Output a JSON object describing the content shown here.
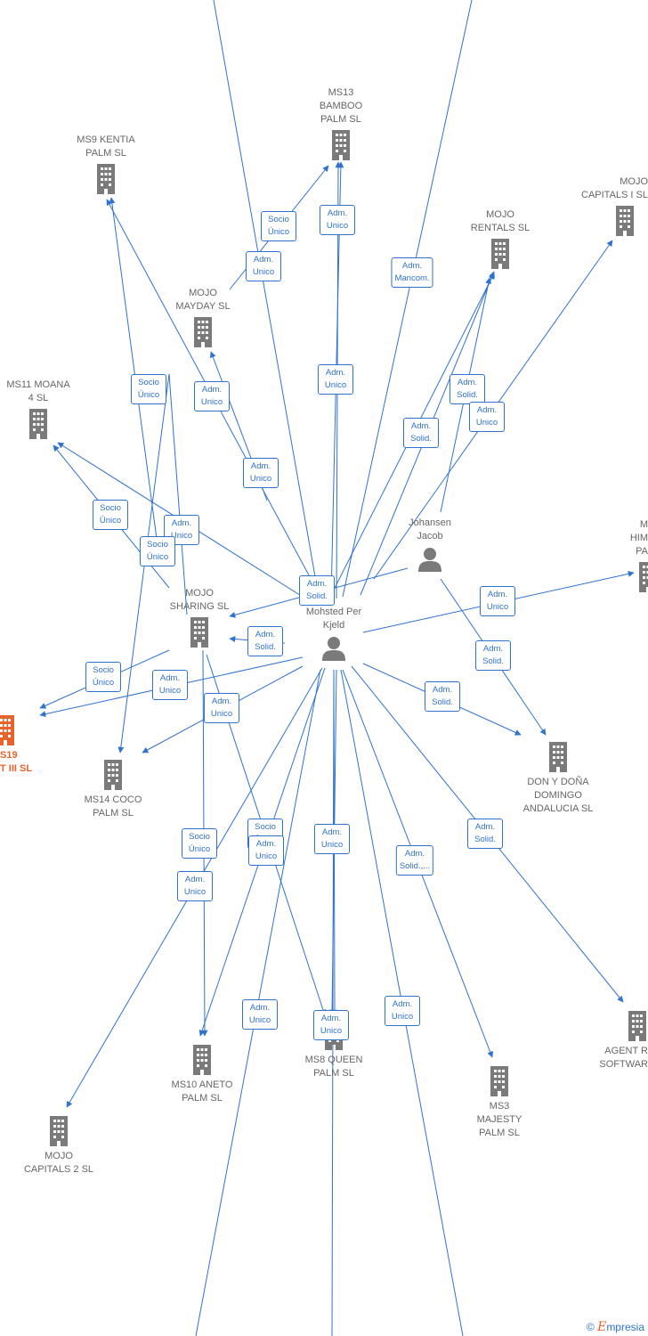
{
  "accent_color": "#2f72cf",
  "company_icon_color": "#7a7a7a",
  "highlight_color": "#e8632b",
  "nodes": [
    {
      "id": "ms13",
      "label": "MS13\nBAMBOO\nPALM  SL",
      "type": "company"
    },
    {
      "id": "ms9",
      "label": "MS9 KENTIA\nPALM  SL",
      "type": "company"
    },
    {
      "id": "mojocap1",
      "label": "MOJO\nCAPITALS I  SL",
      "type": "company"
    },
    {
      "id": "mojorent",
      "label": "MOJO\nRENTALS  SL",
      "type": "company"
    },
    {
      "id": "mayday",
      "label": "MOJO\nMAYDAY  SL",
      "type": "company"
    },
    {
      "id": "ms11",
      "label": "MS11 MOANA\n4  SL",
      "type": "company"
    },
    {
      "id": "johansen",
      "label": "Johansen\nJacob",
      "type": "person"
    },
    {
      "id": "himpa",
      "label": "M\nHIM\nPA",
      "type": "company"
    },
    {
      "id": "sharing",
      "label": "MOJO\nSHARING  SL",
      "type": "company"
    },
    {
      "id": "mohsted",
      "label": "Mohsted Per\nKjeld",
      "type": "person"
    },
    {
      "id": "ms19",
      "label": "S19\nT III  SL",
      "type": "company",
      "highlight": true
    },
    {
      "id": "ms14",
      "label": "MS14 COCO\nPALM  SL",
      "type": "company"
    },
    {
      "id": "donydona",
      "label": "DON Y DOÑA\nDOMINGO\nANDALUCIA  SL",
      "type": "company"
    },
    {
      "id": "agent",
      "label": "AGENT R\nSOFTWAR",
      "type": "company"
    },
    {
      "id": "ms10",
      "label": "MS10 ANETO\nPALM  SL",
      "type": "company"
    },
    {
      "id": "ms8",
      "label": "MS8 QUEEN\nPALM  SL",
      "type": "company"
    },
    {
      "id": "ms3",
      "label": "MS3\nMAJESTY\nPALM  SL",
      "type": "company"
    },
    {
      "id": "mojocap2",
      "label": "MOJO\nCAPITALS 2  SL",
      "type": "company"
    }
  ],
  "edge_labels": [
    "Adm.\nUnico",
    "Socio\nÚnico",
    "Adm.\nUnico",
    "Adm.\nMancom.",
    "Adm.\nUnico",
    "Adm.\nSolid.",
    "Adm.\nUnico",
    "Socio\nÚnico",
    "Adm.\nUnico",
    "Adm.\nSolid.",
    "Adm.\nUnico",
    "Socio\nÚnico",
    "Adm.\nUnico",
    "Socio\nÚnico",
    "Adm.\nSolid.",
    "Adm.\nUnico",
    "Adm.\nSolid.",
    "Adm.\nSolid.",
    "Socio\nÚnico",
    "Adm.\nUnico",
    "Adm.\nUnico",
    "Adm.\nSolid.",
    "Socio\nÚnico",
    "Socio\nÚnico",
    "Adm.\nUnico",
    "Adm.\nUnico",
    "Adm.\nUnico",
    "Adm.\nSolid.,...",
    "Adm.\nSolid.",
    "Adm.\nUnico",
    "Adm.\nUnico",
    "Adm.\nUnico"
  ],
  "credit": {
    "symbol": "©",
    "brand_initial": "E",
    "brand_rest": "mpresia"
  }
}
